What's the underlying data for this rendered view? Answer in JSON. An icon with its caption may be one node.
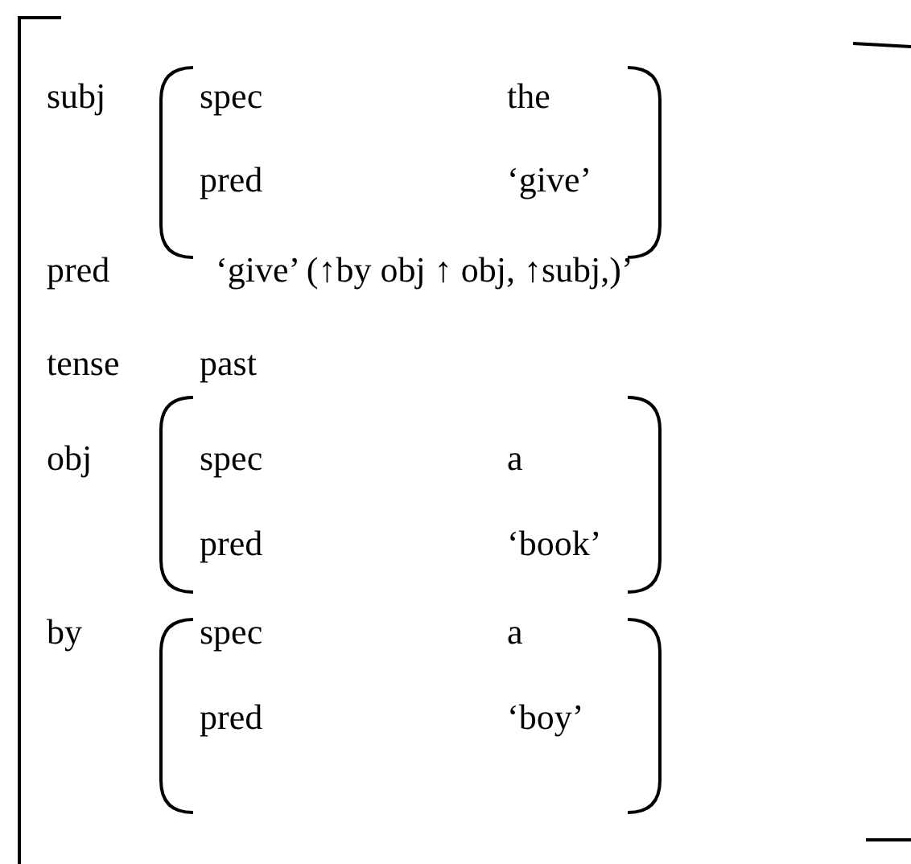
{
  "diagram": {
    "labels": [
      "subj",
      "spec",
      "the",
      "pred",
      "‘give’",
      "pred",
      "‘give’ (↑by obj ↑ obj, ↑subj,)’",
      "tense",
      "past",
      "obj",
      "spec",
      "a",
      "pred",
      "‘book’",
      "by",
      "spec",
      "a",
      "pred",
      "‘boy’"
    ]
  }
}
